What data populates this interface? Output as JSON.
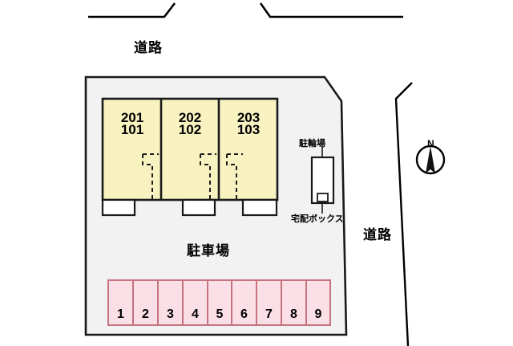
{
  "map": {
    "type": "property-site-plan",
    "colors": {
      "site_fill": "#f2f2f2",
      "site_stroke": "#1a1a1a",
      "building_fill": "#f7f2c0",
      "building_stroke": "#1a1a1a",
      "stall_fill": "#fbdfe6",
      "stall_stroke": "#c4737f",
      "road_line": "#000000",
      "box_fill": "#ffffff"
    },
    "roads": [
      {
        "label": "道路",
        "position": "top"
      },
      {
        "label": "道路",
        "position": "right"
      }
    ],
    "building": {
      "units": [
        {
          "upper": "201",
          "lower": "101"
        },
        {
          "upper": "202",
          "lower": "102"
        },
        {
          "upper": "203",
          "lower": "103"
        }
      ]
    },
    "facilities": [
      {
        "name": "駐輪場"
      },
      {
        "name": "宅配ボックス"
      },
      {
        "name": "駐車場"
      }
    ],
    "parking_stalls": [
      "1",
      "2",
      "3",
      "4",
      "5",
      "6",
      "7",
      "8",
      "9"
    ],
    "compass": {
      "north_label": "N"
    }
  }
}
